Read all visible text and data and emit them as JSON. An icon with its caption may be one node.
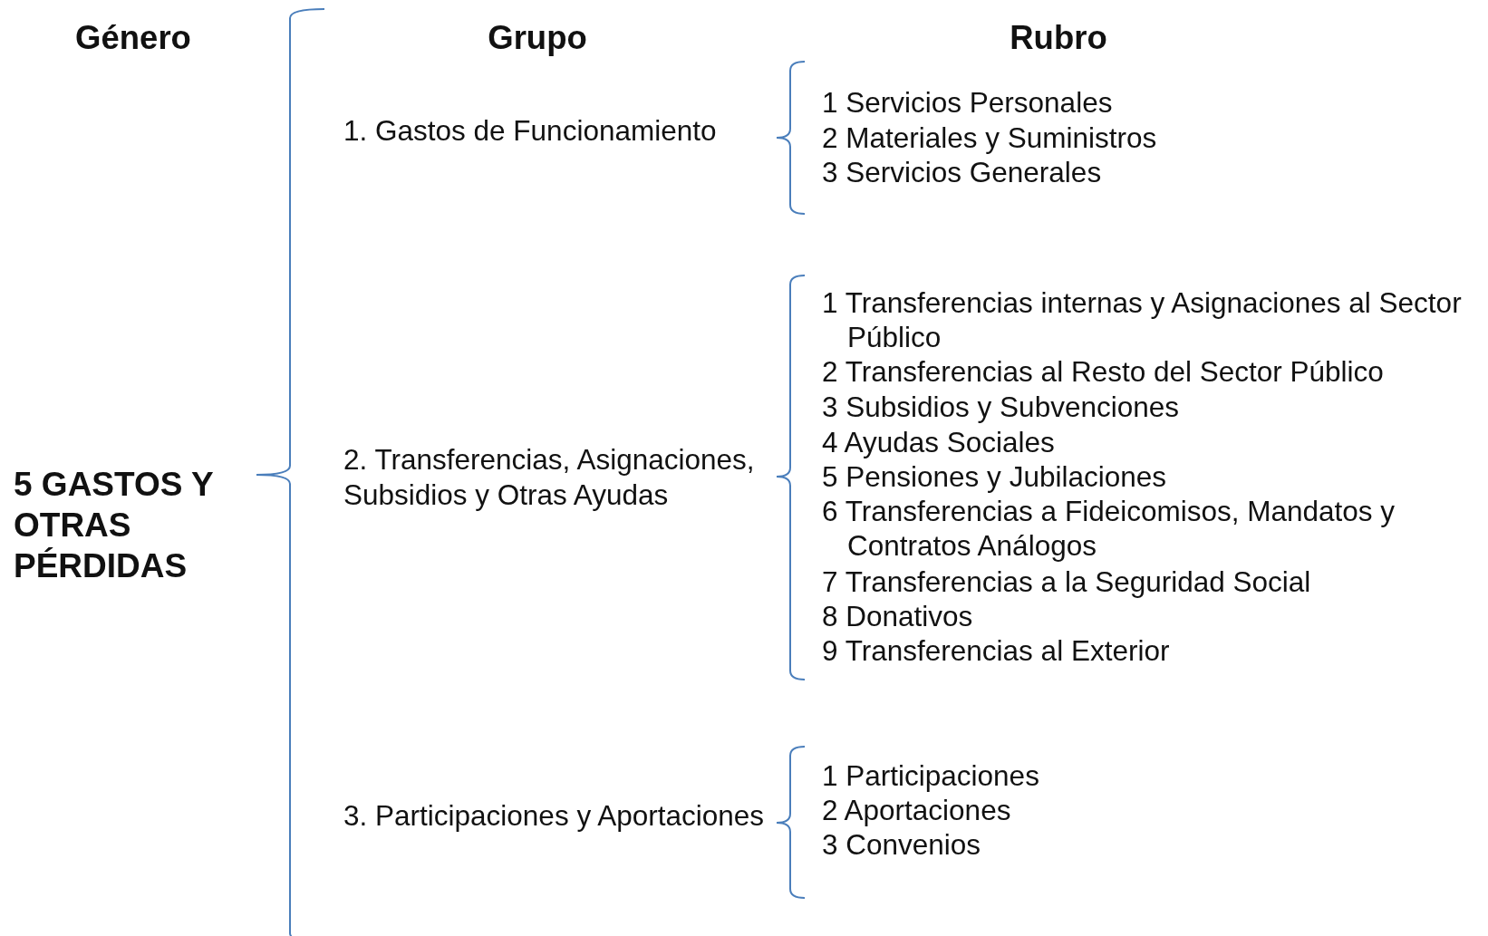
{
  "diagram": {
    "labels": [
      "Género",
      "Grupo",
      "Rubro",
      "5 GASTOS Y OTRAS PÉRDIDAS",
      "1. Gastos de Funcionamiento",
      "1 Servicios Personales",
      "2 Materiales y Suministros",
      "3 Servicios Generales",
      "2. Transferencias, Asignaciones, Subsidios y Otras Ayudas",
      "1 Transferencias internas y Asignaciones al Sector Público",
      "2 Transferencias al Resto del Sector Público",
      "3 Subsidios y Subvenciones",
      "4 Ayudas Sociales",
      "5 Pensiones y Jubilaciones",
      "6 Transferencias a Fideicomisos, Mandatos y Contratos Análogos",
      "7 Transferencias a la Seguridad Social",
      "8 Donativos",
      "9 Transferencias al Exterior",
      "3. Participaciones y Aportaciones",
      "1 Participaciones",
      "2 Aportaciones",
      "3 Convenios"
    ]
  }
}
